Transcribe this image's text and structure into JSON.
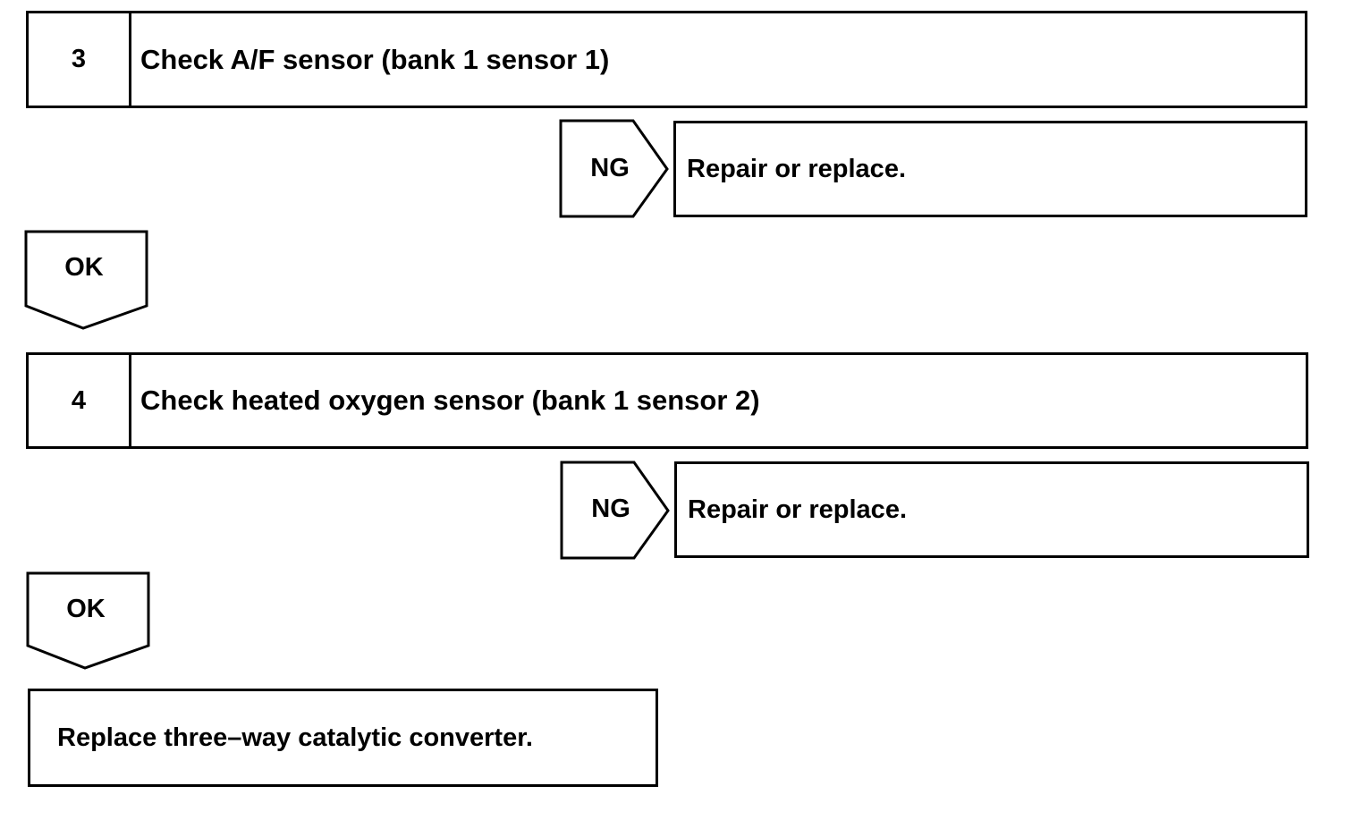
{
  "steps": [
    {
      "number": "3",
      "title": "Check A/F sensor (bank 1 sensor 1)",
      "ng_label": "NG",
      "ng_action": "Repair or replace.",
      "ok_label": "OK"
    },
    {
      "number": "4",
      "title": "Check heated oxygen sensor (bank 1 sensor 2)",
      "ng_label": "NG",
      "ng_action": "Repair or replace.",
      "ok_label": "OK"
    }
  ],
  "final_action": "Replace three–way catalytic converter."
}
